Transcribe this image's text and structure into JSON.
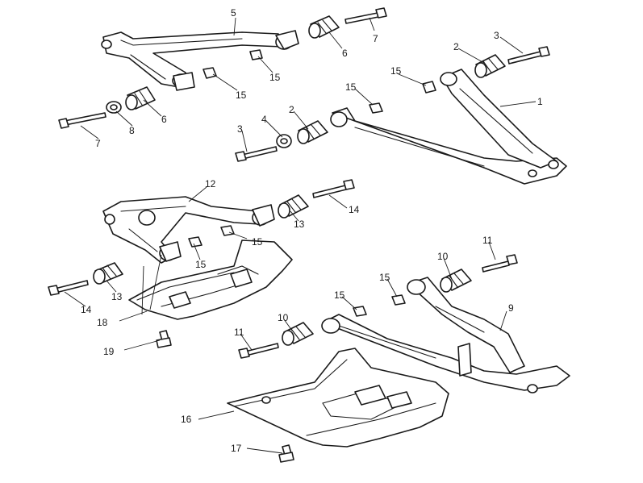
{
  "diagram": {
    "background": "#ffffff",
    "line_color": "#1a1a1a",
    "callouts": {
      "c1": "1",
      "c2a": "2",
      "c2b": "2",
      "c3a": "3",
      "c3b": "3",
      "c4": "4",
      "c5": "5",
      "c6a": "6",
      "c6b": "6",
      "c7a": "7",
      "c7b": "7",
      "c8": "8",
      "c9": "9",
      "c10a": "10",
      "c10b": "10",
      "c11a": "11",
      "c11b": "11",
      "c12": "12",
      "c13a": "13",
      "c13b": "13",
      "c14a": "14",
      "c14b": "14",
      "c15a": "15",
      "c15b": "15",
      "c15c": "15",
      "c15d": "15",
      "c15e": "15",
      "c15f": "15",
      "c15g": "15",
      "c15h": "15",
      "c16": "16",
      "c17": "17",
      "c18": "18",
      "c19": "19"
    }
  }
}
